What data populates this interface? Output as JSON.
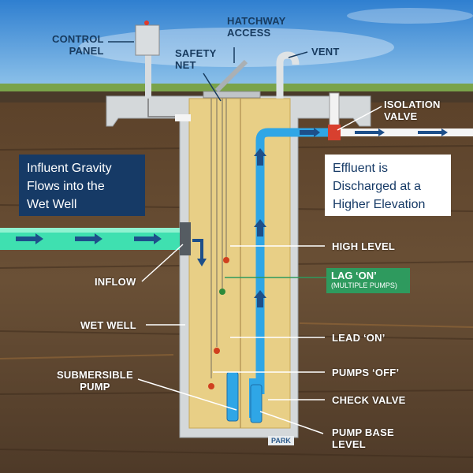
{
  "labels": {
    "control_panel": [
      "CONTROL",
      "PANEL"
    ],
    "hatchway_access": [
      "HATCHWAY",
      "ACCESS"
    ],
    "safety_net": [
      "SAFETY",
      "NET"
    ],
    "vent": "VENT",
    "isolation_valve": [
      "ISOLATION",
      "VALVE"
    ],
    "inflow": "INFLOW",
    "wet_well": "WET WELL",
    "submersible_pump": [
      "SUBMERSIBLE",
      "PUMP"
    ],
    "high_level": "HIGH LEVEL",
    "lag_on": "LAG ‘ON’",
    "lag_on_note": "(MULTIPLE PUMPS)",
    "lead_on": "LEAD ‘ON’",
    "pumps_off": "PUMPS ‘OFF’",
    "check_valve": "CHECK VALVE",
    "pump_base_level": [
      "PUMP BASE",
      "LEVEL"
    ]
  },
  "callouts": {
    "influent": [
      "Influent Gravity",
      "Flows into the",
      "Wet Well"
    ],
    "effluent": [
      "Effluent is",
      "Discharged at a",
      "Higher Elevation"
    ]
  },
  "logo": "PARK",
  "colors": {
    "navy": "#163a66",
    "lag_green": "#2e9a5e",
    "discharge_pipe": "#2fa6e6",
    "inflow_pipe": "#3fe0b0",
    "well_liner": "#e8cf86",
    "soil": "#5a4330"
  }
}
